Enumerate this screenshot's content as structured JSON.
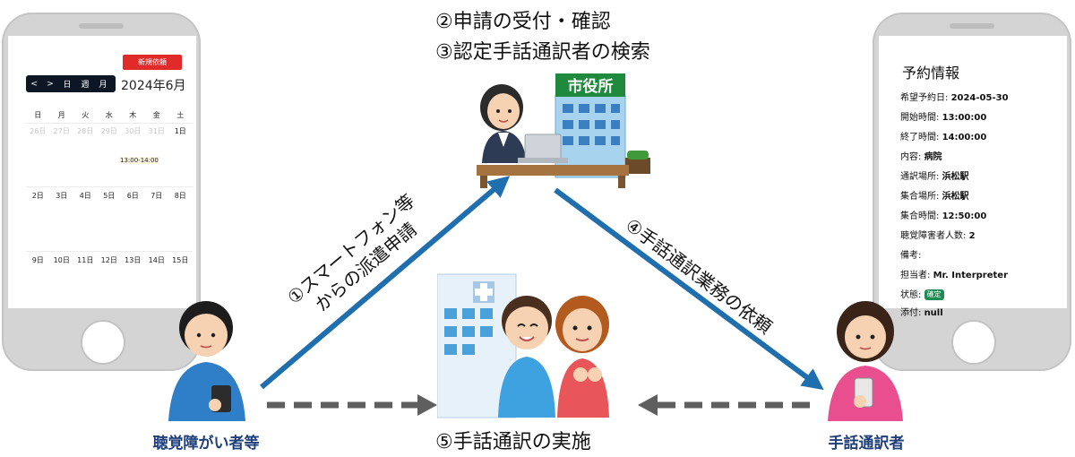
{
  "left_phone": {
    "new_request_button": "新規依頼",
    "nav": {
      "prev": "<",
      "next": ">",
      "day": "日",
      "week": "週",
      "month": "月"
    },
    "current_month": "2024年6月",
    "weekdays": [
      "日",
      "月",
      "火",
      "水",
      "木",
      "金",
      "土"
    ],
    "row1": [
      "26日",
      "27日",
      "28日",
      "29日",
      "30日",
      "31日",
      "1日"
    ],
    "row2": [
      "2日",
      "3日",
      "4日",
      "5日",
      "6日",
      "7日",
      "8日"
    ],
    "row3": [
      "9日",
      "10日",
      "11日",
      "12日",
      "13日",
      "14日",
      "15日"
    ],
    "event": "13:00-14:00"
  },
  "right_phone": {
    "title": "予約情報",
    "fields": [
      {
        "label": "希望予約日:",
        "value": "2024-05-30"
      },
      {
        "label": "開始時間:",
        "value": "13:00:00"
      },
      {
        "label": "終了時間:",
        "value": "14:00:00"
      },
      {
        "label": "内容:",
        "value": "病院"
      },
      {
        "label": "通訳場所:",
        "value": "浜松駅"
      },
      {
        "label": "集合場所:",
        "value": "浜松駅"
      },
      {
        "label": "集合時間:",
        "value": "12:50:00"
      },
      {
        "label": "聴覚障害者人数:",
        "value": "2"
      },
      {
        "label": "備考:",
        "value": ""
      },
      {
        "label": "担当者:",
        "value": "Mr. Interpreter"
      },
      {
        "label": "状態:",
        "value": ""
      },
      {
        "label": "添付:",
        "value": "null"
      }
    ],
    "status_badge": "確定"
  },
  "steps": {
    "step2": "②申請の受付・確認",
    "step3": "③認定手話通訳者の検索",
    "step1_line1": "①スマートフォン等",
    "step1_line2": "からの派遣申請",
    "step4": "④手話通訳業務の依頼",
    "step5": "⑤手話通訳の実施"
  },
  "city_hall_sign": "市役所",
  "people": {
    "hearing_impaired": "聴覚障がい者等",
    "interpreter": "手話通訳者"
  },
  "colors": {
    "arrow_blue": "#1f6fae",
    "arrow_gray": "#5f5f5f",
    "label_navy": "#1f3f7a"
  }
}
